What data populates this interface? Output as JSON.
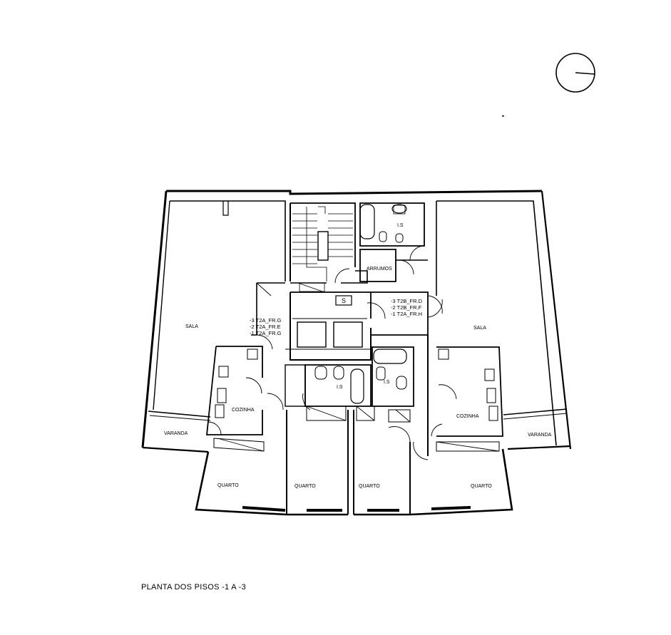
{
  "caption": "PLANTA DOS PISOS -1 A -3",
  "stair_mark": "S",
  "rooms": {
    "sala_left": "SALA",
    "sala_right": "SALA",
    "cozinha_left": "COZINHA",
    "cozinha_right": "COZINHA",
    "varanda_left": "VARANDA",
    "varanda_right": "VARANDA",
    "quarto_1": "QUARTO",
    "quarto_2": "QUARTO",
    "quarto_3": "QUARTO",
    "quarto_4": "QUARTO",
    "is_top": "I.S",
    "is_center": "I.S",
    "is_right": "I.S",
    "arrumos": "ARRUMOS"
  },
  "unit_tags": {
    "left": [
      "-3 T2A_FR.G",
      "-2 T2A_FR.E",
      "-1 T2A_FR.G"
    ],
    "right": [
      "-3 T2B_FR.D",
      "-2 T2B_FR.F",
      "-1 T2A_FR.H"
    ]
  }
}
